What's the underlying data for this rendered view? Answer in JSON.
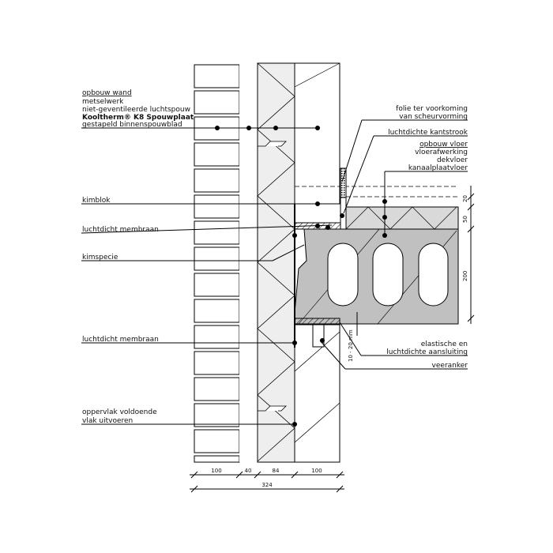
{
  "labels_left": {
    "heading": "opbouw wand",
    "lines": [
      "metselwerk",
      "niet-geventileerde luchtspouw",
      "Kooltherm® K8 Spouwplaat",
      "gestapeld binnenspouwblad"
    ],
    "kimblok": "kimblok",
    "membraan1": "luchtdicht membraan",
    "kimspecie": "kimspecie",
    "membraan2": "luchtdicht membraan",
    "oppervlak1": "oppervlak voldoende",
    "oppervlak2": "vlak uitvoeren"
  },
  "labels_right": {
    "folie1": "folie ter voorkoming",
    "folie2": "van scheurvorming",
    "kantstrook": "luchtdichte kantstrook",
    "vloer_heading": "opbouw vloer",
    "vloer_lines": [
      "vloerafwerking",
      "dekvloer",
      "kanaalplaatvloer"
    ],
    "aansluiting1": "elastische en",
    "aansluiting2": "luchtdichte aansluiting",
    "veeranker": "veeranker"
  },
  "dimensions": {
    "bottom": [
      "100",
      "40",
      "84",
      "100"
    ],
    "total": "324",
    "right": [
      "20",
      "50",
      "200"
    ],
    "gap": "10 - 20 mm"
  },
  "colors": {
    "slab": "#c0c0c0",
    "screed": "#d9d9d9",
    "cavity": "#eeeeee"
  }
}
